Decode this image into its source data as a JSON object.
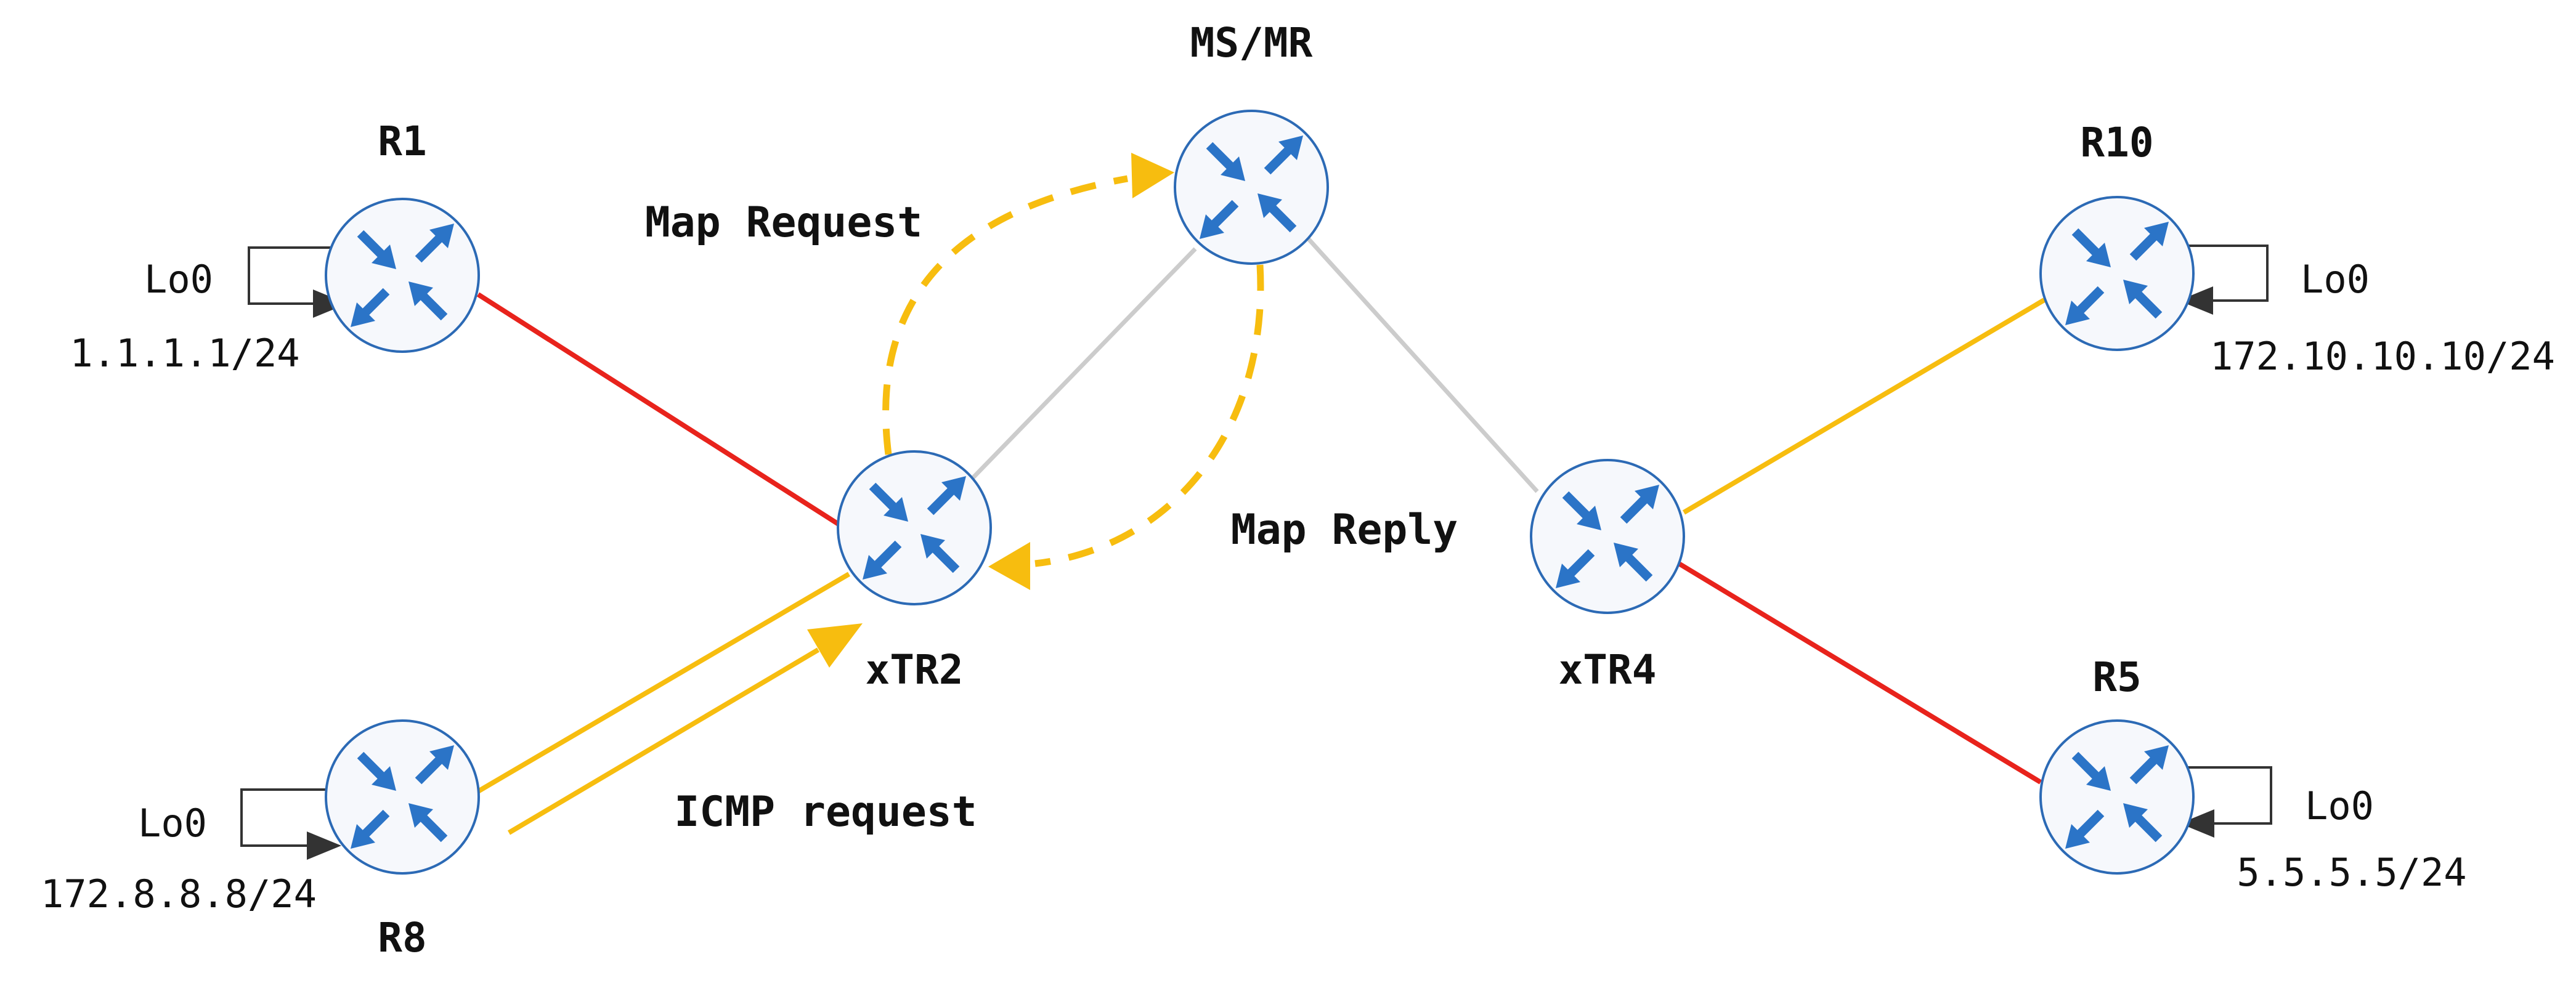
{
  "colors": {
    "red_link": "#e8231c",
    "yellow_link": "#f7bd0f",
    "grey_link": "#cccccc",
    "router_border": "#2c6ab5",
    "router_arrow": "#2b74c7",
    "router_fill": "#f6f8fc",
    "loop": "#333333"
  },
  "routers": [
    {
      "id": "r1",
      "label": "R1",
      "loopback": "Lo0",
      "address": "1.1.1.1/24"
    },
    {
      "id": "r8",
      "label": "R8",
      "loopback": "Lo0",
      "address": "172.8.8.8/24"
    },
    {
      "id": "xtr2",
      "label": "xTR2"
    },
    {
      "id": "msmr",
      "label": "MS/MR"
    },
    {
      "id": "xtr4",
      "label": "xTR4"
    },
    {
      "id": "r10",
      "label": "R10",
      "loopback": "Lo0",
      "address": "172.10.10.10/24"
    },
    {
      "id": "r5",
      "label": "R5",
      "loopback": "Lo0",
      "address": "5.5.5.5/24"
    }
  ],
  "messages": {
    "map_request": "Map Request",
    "map_reply": "Map Reply",
    "icmp_request": "ICMP request"
  }
}
